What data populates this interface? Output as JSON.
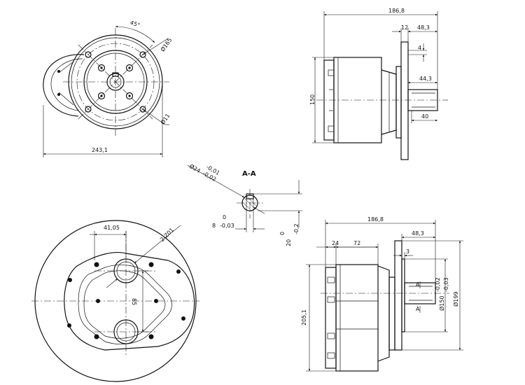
{
  "title": "",
  "section_label": "A-A",
  "front_view": {
    "angle": "45°",
    "bolt_circle": "Ø165",
    "bolt_hole": "Ø11",
    "width": "243,1"
  },
  "side_view_top": {
    "length": "186,8",
    "flange_thickness": "12",
    "shaft_length": "48,3",
    "flange_step": "4",
    "shaft_offset": "44,3",
    "key_length": "40",
    "height": "150"
  },
  "section_view": {
    "shaft_diameter": "Ø24",
    "shaft_tol_upper": "-0,01",
    "shaft_tol_lower": "-0,02",
    "key_width": "8",
    "key_tol_upper": "0",
    "key_tol_lower": "-0,03",
    "key_height": "20",
    "key_h_tol_upper": "0",
    "key_h_tol_lower": "-0,2"
  },
  "port_view": {
    "offset": "41,05",
    "port_holes": "2-Z01",
    "center_distance": "85"
  },
  "side_view_bottom": {
    "length": "186,8",
    "shaft_length": "48,3",
    "body_a": "24",
    "body_b": "72",
    "step": "3",
    "section_marker": "A",
    "pilot_diameter": "Ø150",
    "pilot_tol_upper": "-0,02",
    "pilot_tol_lower": "-0,03",
    "outer_diameter": "Ø199",
    "height": "205,1"
  }
}
